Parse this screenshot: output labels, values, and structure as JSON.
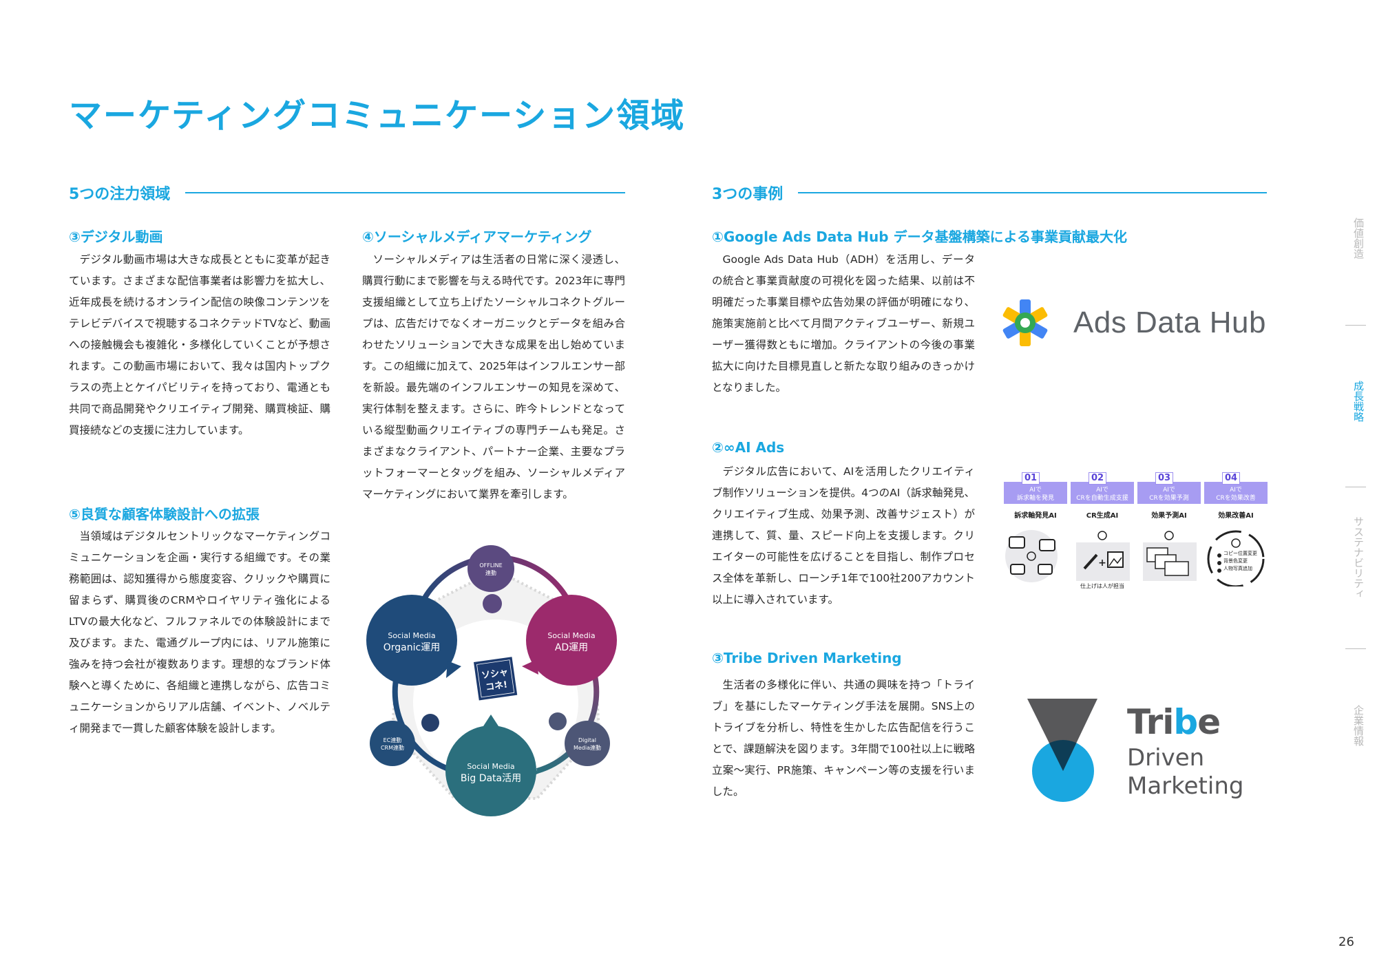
{
  "page": {
    "title": "マーケティングコミュニケーション領域",
    "number": "26"
  },
  "left_section": {
    "heading": "5つの注力領域",
    "items": [
      {
        "title": "③デジタル動画",
        "body": "デジタル動画市場は大きな成長とともに変革が起きています。さまざまな配信事業者は影響力を拡大し、近年成長を続けるオンライン配信の映像コンテンツをテレビデバイスで視聴するコネクテッドTVなど、動画への接触機会も複雑化・多様化していくことが予想されます。この動画市場において、我々は国内トップクラスの売上とケイパビリティを持っており、電通とも共同で商品開発やクリエイティブ開発、購買検証、購買接続などの支援に注力しています。"
      },
      {
        "title": "④ソーシャルメディアマーケティング",
        "body": "ソーシャルメディアは生活者の日常に深く浸透し、購買行動にまで影響を与える時代です。2023年に専門支援組織として立ち上げたソーシャルコネクトグループは、広告だけでなくオーガニックとデータを組み合わせたソリューションで大きな成果を出し始めています。この組織に加えて、2025年はインフルエンサー部を新設。最先端のインフルエンサーの知見を深めて、実行体制を整えます。さらに、昨今トレンドとなっている縦型動画クリエイティブの専門チームも発足。さまざまなクライアント、パートナー企業、主要なプラットフォーマーとタッグを組み、ソーシャルメディアマーケティングにおいて業界を牽引します。"
      },
      {
        "title": "⑤良質な顧客体験設計への拡張",
        "body": "当領域はデジタルセントリックなマーケティングコミュニケーションを企画・実行する組織です。その業務範囲は、認知獲得から態度変容、クリックや購買に留まらず、購買後のCRMやロイヤリティ強化によるLTVの最大化など、フルファネルでの体験設計にまで及びます。また、電通グループ内には、リアル施策に強みを持つ会社が複数あります。理想的なブランド体験へと導くために、各組織と連携しながら、広告コミュニケーションからリアル店舗、イベント、ノベルティ開発まで一貫した顧客体験を設計します。"
      }
    ],
    "diagram": {
      "center_logo": [
        "ソシャ",
        "コネ!"
      ],
      "main_nodes": [
        {
          "line1": "Social Media",
          "line2": "Organic運用",
          "color": "#1f4b7a"
        },
        {
          "line1": "Social Media",
          "line2": "AD運用",
          "color": "#9c2a6c"
        },
        {
          "line1": "Social Media",
          "line2": "Big Data活用",
          "color": "#2b6f7d"
        }
      ],
      "sub_nodes": [
        {
          "line1": "OFFLINE",
          "line2": "連動",
          "color": "#5b4a80"
        },
        {
          "line1": "EC連動",
          "line2": "CRM連動",
          "color": "#234d78"
        },
        {
          "line1": "Digital",
          "line2": "Media連動",
          "color": "#4d5676"
        }
      ]
    }
  },
  "right_section": {
    "heading": "3つの事例",
    "cases": [
      {
        "title": "①Google Ads Data Hub データ基盤構築による事業貢献最大化",
        "body": "Google Ads Data Hub（ADH）を活用し、データの統合と事業貢献度の可視化を図った結果、以前は不明確だった事業目標や広告効果の評価が明確になり、施策実施前と比べて月間アクティブユーザー、新規ユーザー獲得数ともに増加。クライアントの今後の事業拡大に向けた目標見直しと新たな取り組みのきっかけとなりました。",
        "logo_text": "Ads Data Hub"
      },
      {
        "title": "②∞AI Ads",
        "body": "デジタル広告において、AIを活用したクリエイティブ制作ソリューションを提供。4つのAI（訴求軸発見、クリエイティブ生成、効果予測、改善サジェスト）が連携して、質、量、スピード向上を支援します。クリエイターの可能性を広げることを目指し、制作プロセス全体を革新し、ローンチ1年で100社200アカウント以上に導入されています。",
        "ai_steps": [
          {
            "num": "01",
            "band1": "AIで",
            "band2": "訴求軸を発見",
            "name": "訴求軸発見AI",
            "caption": ""
          },
          {
            "num": "02",
            "band1": "AIで",
            "band2": "CRを自動生成支援",
            "name": "CR生成AI",
            "caption": "仕上げは人が担当"
          },
          {
            "num": "03",
            "band1": "AIで",
            "band2": "CRを効果予測",
            "name": "効果予測AI",
            "caption": ""
          },
          {
            "num": "04",
            "band1": "AIで",
            "band2": "CRを効果改善",
            "name": "効果改善AI",
            "caption": ""
          }
        ],
        "improve_list": [
          "コピー位置変更",
          "背景色変更",
          "人物写真追加"
        ]
      },
      {
        "title": "③Tribe Driven Marketing",
        "body": "生活者の多様化に伴い、共通の興味を持つ「トライブ」を基にしたマーケティング手法を展開。SNS上のトライブを分析し、特性を生かした広告配信を行うことで、課題解決を図ります。3年間で100社以上に戦略立案～実行、PR施策、キャンペーン等の支援を行いました。",
        "logo": {
          "tri": "Tri",
          "b": "b",
          "e": "e",
          "line2": "Driven",
          "line3": "Marketing"
        }
      }
    ]
  },
  "side_nav": {
    "items": [
      {
        "label": "価値創造",
        "active": false
      },
      {
        "label": "成長戦略",
        "active": true
      },
      {
        "label": "サステナビリティ",
        "active": false
      },
      {
        "label": "企業情報",
        "active": false
      }
    ]
  },
  "colors": {
    "accent": "#1aa7e0",
    "text": "#2a2a2a",
    "nav_inactive": "#b9b9b9",
    "ai_band": "#a79cf2"
  }
}
